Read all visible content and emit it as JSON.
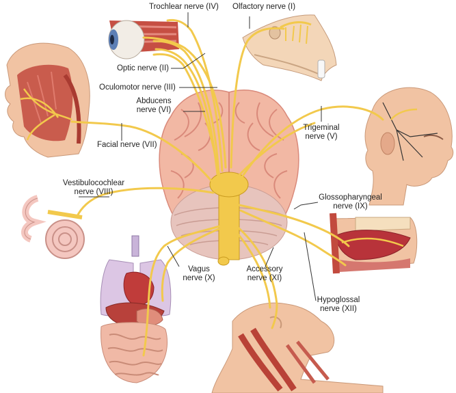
{
  "labels": {
    "trochlear": "Trochlear nerve (IV)",
    "olfactory": "Olfactory nerve (I)",
    "optic": "Optic nerve (II)",
    "oculomotor": "Oculomotor nerve (III)",
    "abducens_1": "Abducens",
    "abducens_2": "nerve (VI)",
    "facial": "Facial nerve (VII)",
    "trigeminal_1": "Trigeminal",
    "trigeminal_2": "nerve (V)",
    "vestibulo_1": "Vestibulocochlear",
    "vestibulo_2": "nerve (VIII)",
    "glosso_1": "Glossopharyngeal",
    "glosso_2": "nerve  (IX)",
    "vagus_1": "Vagus",
    "vagus_2": "nerve (X)",
    "accessory_1": "Accessory",
    "accessory_2": "nerve (XI)",
    "hypoglossal_1": "Hypoglossal",
    "hypoglossal_2": "nerve (XII)"
  },
  "colors": {
    "nerve": "#f2c94c",
    "nerve_dark": "#c99a1e",
    "brain": "#f2b8a4",
    "brain_dark": "#d9897a",
    "cerebellum": "#e7c4bd",
    "skin": "#f1c3a3",
    "muscle": "#c24a3e",
    "line": "#333333"
  }
}
